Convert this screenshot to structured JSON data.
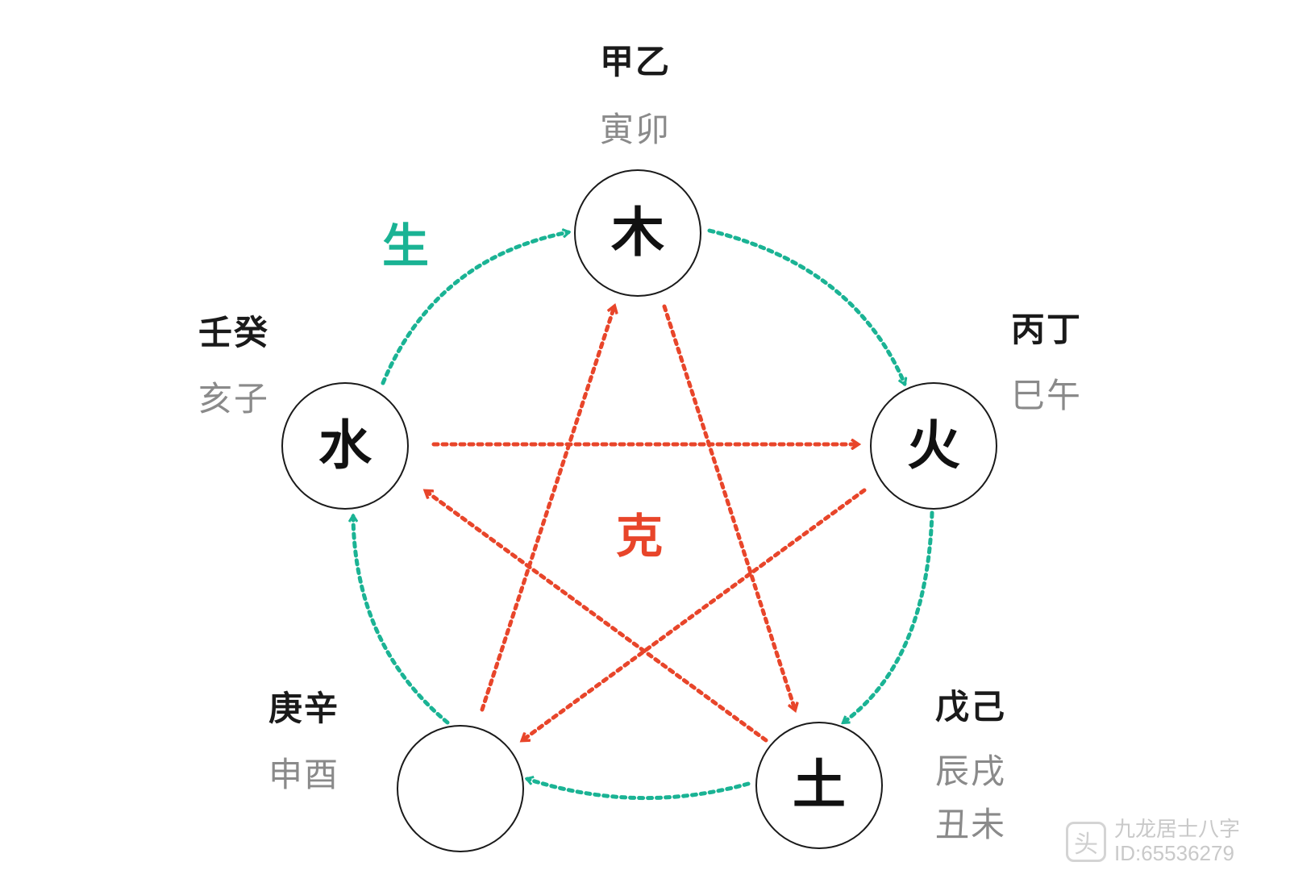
{
  "elements": {
    "wood": {
      "char": "木",
      "stems": "甲乙",
      "branches": "寅卯"
    },
    "fire": {
      "char": "火",
      "stems": "丙丁",
      "branches": "巳午"
    },
    "earth": {
      "char": "土",
      "stems": "戊己",
      "branches_line1": "辰戌",
      "branches_line2": "丑未"
    },
    "metal": {
      "char": "",
      "stems": "庚辛",
      "branches": "申酉"
    },
    "water": {
      "char": "水",
      "stems": "壬癸",
      "branches": "亥子"
    }
  },
  "labels": {
    "generating": "生",
    "controlling": "克"
  },
  "colors": {
    "generating": "#1ab394",
    "controlling": "#e8452a"
  },
  "watermark": {
    "icon": "头条-icon",
    "line1": "九龙居士八字",
    "line2": "ID:65536279"
  }
}
